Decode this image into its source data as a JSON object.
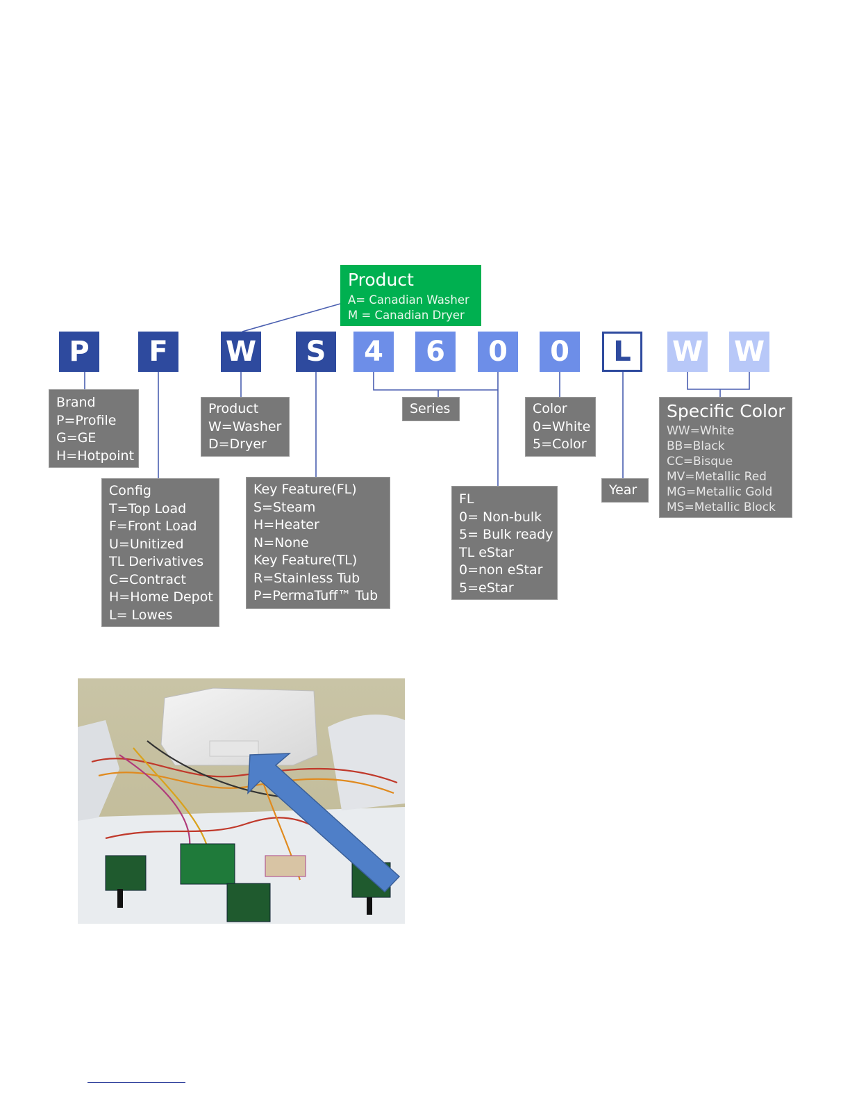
{
  "product_box": {
    "title": "Product",
    "lines": [
      "A= Canadian Washer",
      "M = Canadian Dryer"
    ]
  },
  "model_letters": [
    {
      "char": "P",
      "color": "#2e4a9e",
      "style": "solid"
    },
    {
      "char": "F",
      "color": "#2e4a9e",
      "style": "solid"
    },
    {
      "char": "W",
      "color": "#2e4a9e",
      "style": "solid"
    },
    {
      "char": "S",
      "color": "#2e4a9e",
      "style": "solid"
    },
    {
      "char": "4",
      "color": "#6d8ee8",
      "style": "solid"
    },
    {
      "char": "6",
      "color": "#6d8ee8",
      "style": "solid"
    },
    {
      "char": "0",
      "color": "#6d8ee8",
      "style": "solid"
    },
    {
      "char": "0",
      "color": "#6d8ee8",
      "style": "solid"
    },
    {
      "char": "L",
      "color": "#2e4a9e",
      "style": "outline"
    },
    {
      "char": "W",
      "color": "#b8c8f8",
      "style": "solid"
    },
    {
      "char": "W",
      "color": "#b8c8f8",
      "style": "solid"
    }
  ],
  "boxes": {
    "brand": [
      "Brand",
      "P=Profile",
      "G=GE",
      "H=Hotpoint"
    ],
    "config": [
      "Config",
      "T=Top Load",
      "F=Front Load",
      "U=Unitized",
      "TL Derivatives",
      "C=Contract",
      "H=Home Depot",
      "L= Lowes"
    ],
    "product": [
      "Product",
      "W=Washer",
      "D=Dryer"
    ],
    "key_feature": [
      "Key Feature(FL)",
      "S=Steam",
      "H=Heater",
      "N=None",
      "Key Feature(TL)",
      "R=Stainless Tub",
      "P=PermaTuff™ Tub"
    ],
    "series": [
      "Series"
    ],
    "fl": [
      "FL",
      "0= Non-bulk",
      "5= Bulk ready",
      "TL eStar",
      "0=non eStar",
      "5=eStar"
    ],
    "color": [
      "Color",
      "0=White",
      "5=Color"
    ],
    "year": [
      "Year"
    ],
    "specific_color": {
      "title": "Specific Color",
      "lines": [
        "WW=White",
        "BB=Black",
        "CC=Bisque",
        "MV=Metallic Red",
        "MG=Metallic Gold",
        "MS=Metallic Block"
      ]
    }
  },
  "colors": {
    "dark_blue": "#2e4a9e",
    "medium_blue": "#6d8ee8",
    "light_blue": "#b8c8f8",
    "green": "#00b050",
    "gray_box": "#787878",
    "arrow_blue": "#4f7fc8"
  }
}
